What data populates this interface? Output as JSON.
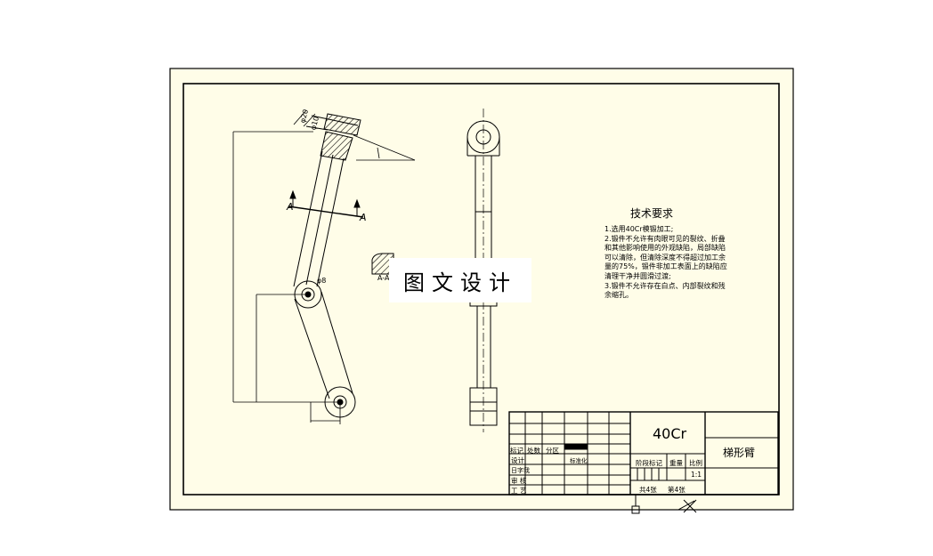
{
  "title_block": {
    "material": "40Cr",
    "part_name": "梯形臂",
    "scale": "1:1",
    "sheet_total": "共4张",
    "sheet_index": "第4张",
    "stage_mark_label": "阶段标记",
    "weight_label": "重量",
    "scale_label": "比例",
    "row_labels": [
      "标记",
      "处数",
      "分区",
      "设计",
      "审 核",
      "工 艺"
    ],
    "standardize_label": "标准化",
    "proofread_label": "日字我"
  },
  "technical_requirements": {
    "title": "技术要求",
    "lines": [
      "1.选用40Cr模锻加工;",
      "2.锻件不允许有肉眼可见的裂纹、折叠",
      "和其他影响使用的外观缺陷，局部缺陷",
      "可以清除，但清除深度不得超过加工余",
      "量的75%，锻件非加工表面上的缺陷应",
      "清理干净并圆滑过渡;",
      "3.锻件不允许存在白点、内部裂纹和残",
      "余缩孔。"
    ]
  },
  "dimensions": {
    "phi20": "φ20",
    "phi10": "φ10",
    "phi8": "φ8",
    "section_a": "A",
    "section_a_view": "A-A"
  },
  "watermark": "图文设计"
}
